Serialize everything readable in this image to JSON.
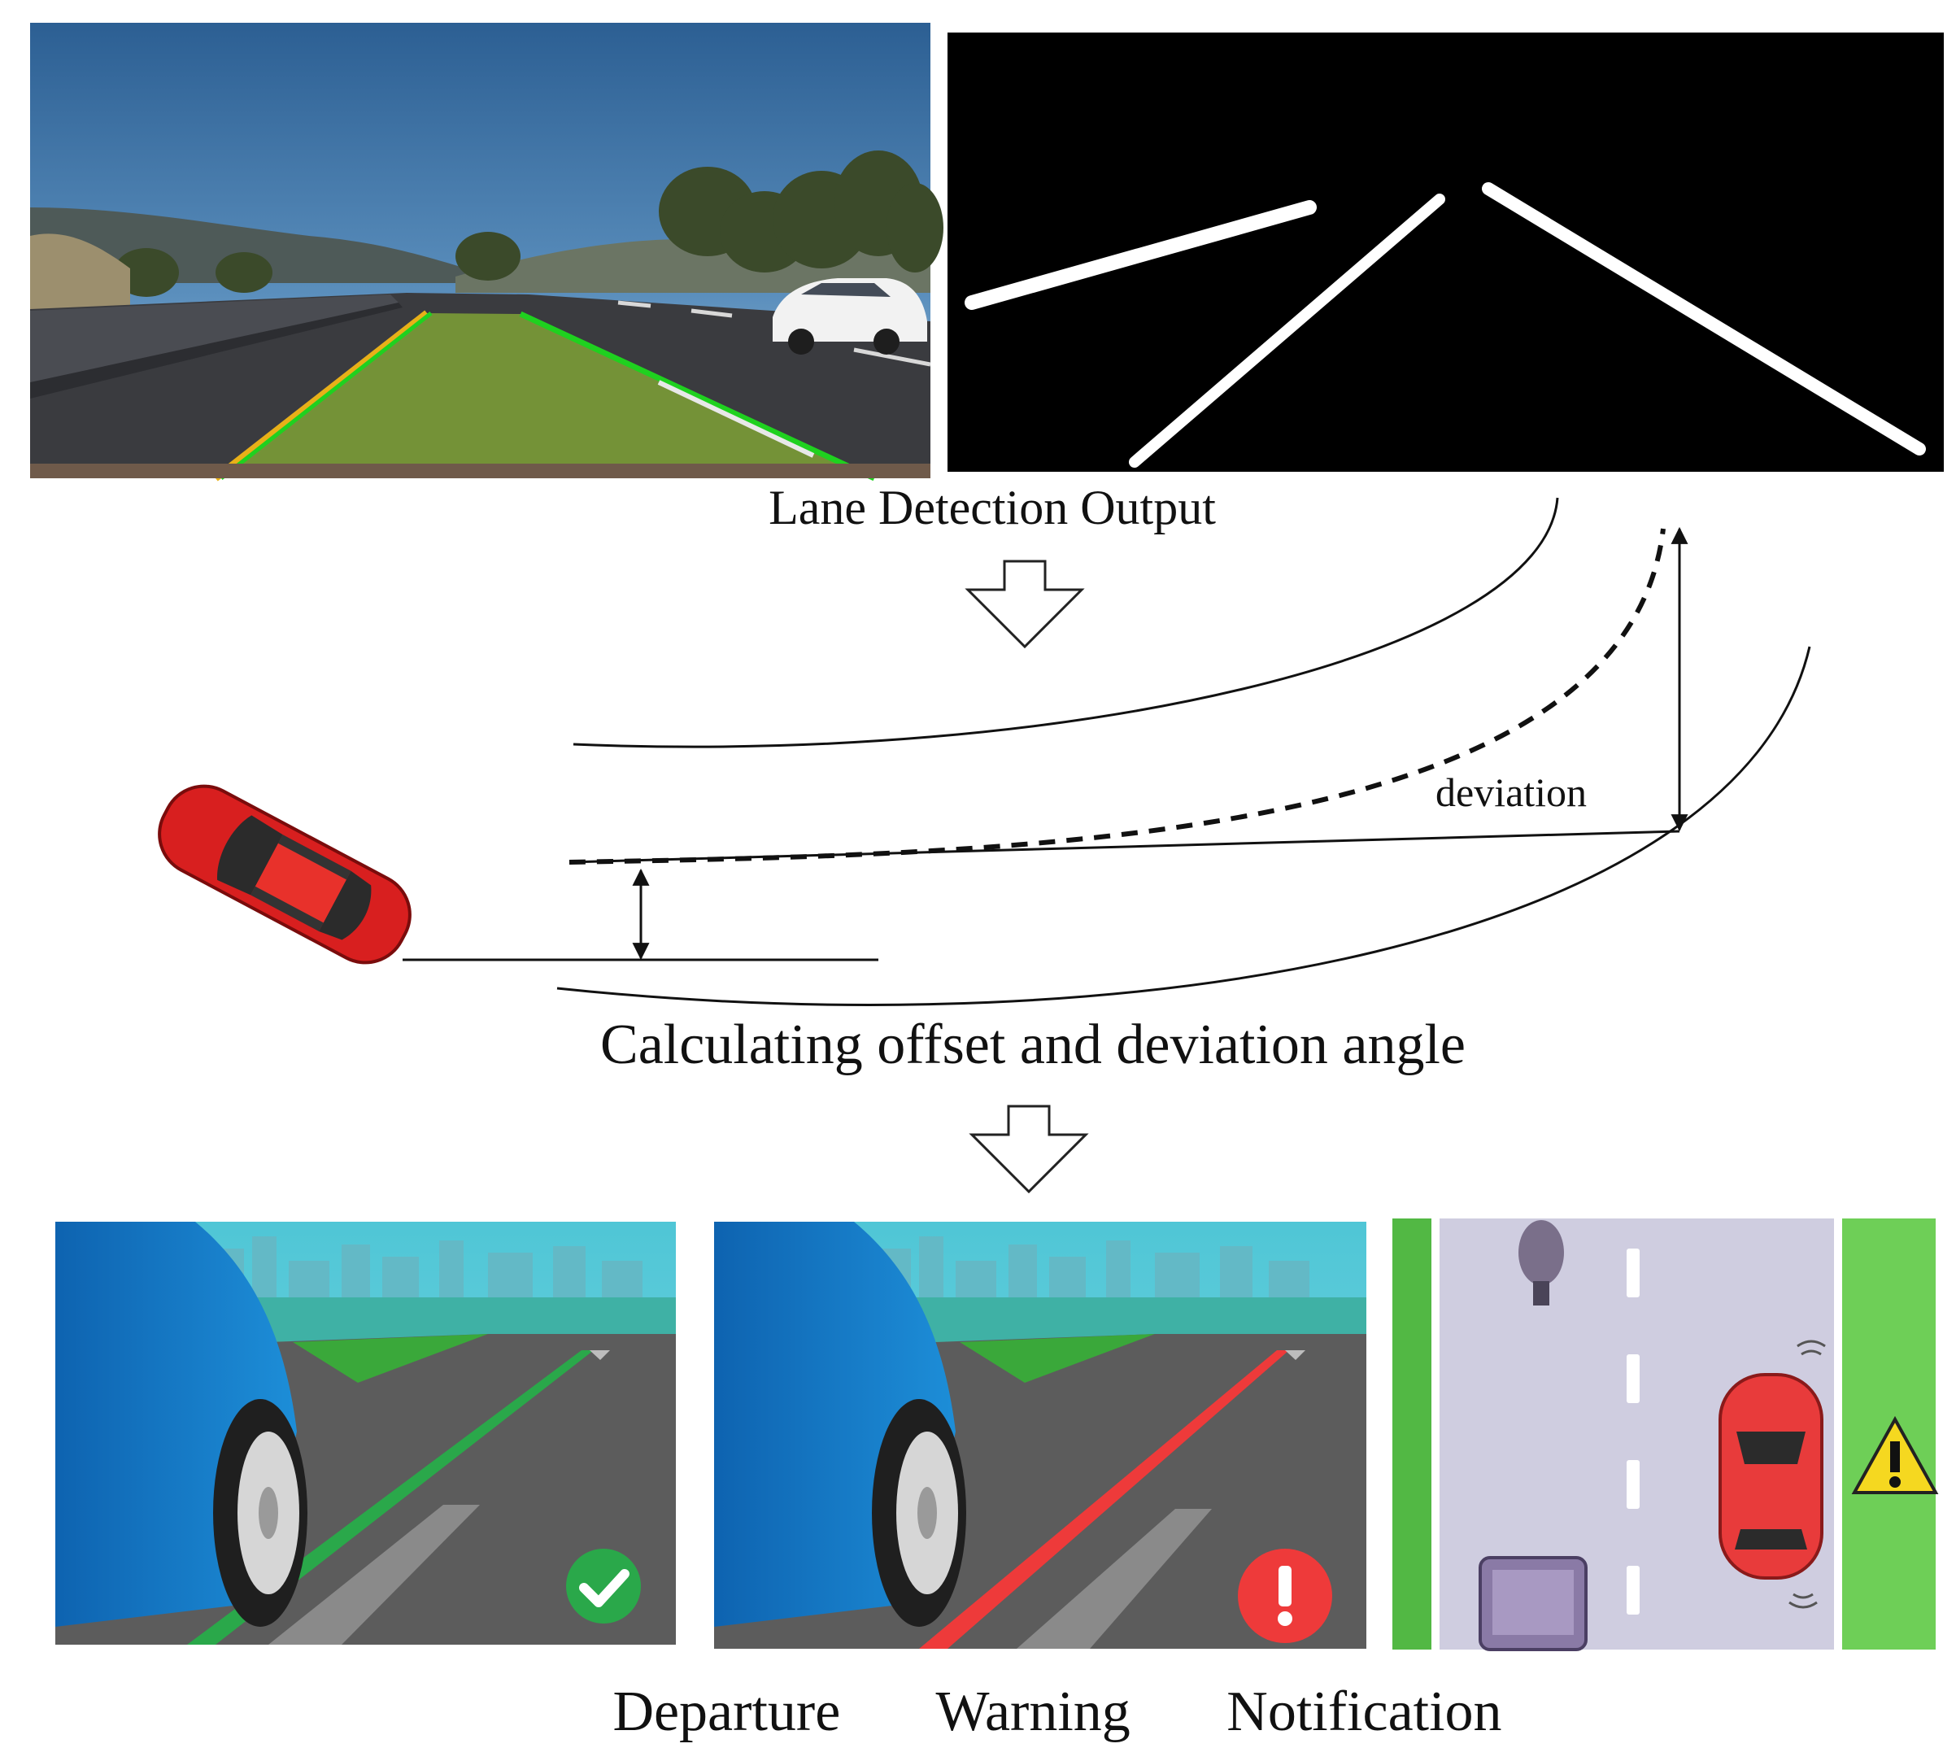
{
  "captions": {
    "lane_detection": "Lane Detection Output",
    "calculation": "Calculating offset and deviation angle",
    "notification": "Departure   Warning   Notification"
  },
  "diagram": {
    "deviation_label": "deviation"
  },
  "panels": {
    "camera_view": "road-camera-photo",
    "binary_mask": "lane-mask",
    "in_lane": "in-lane-illustration",
    "departing": "departing-illustration",
    "top_view": "top-view-warning"
  },
  "colors": {
    "lane_fill": "#7a9a36",
    "lane_line_green": "#1fd11f",
    "lane_line_yellow": "#e8b018",
    "ok_lane": "#2aa84a",
    "warn_lane": "#ee3a3a",
    "car_red": "#d81f1f",
    "car_blue": "#1b7fcc"
  }
}
